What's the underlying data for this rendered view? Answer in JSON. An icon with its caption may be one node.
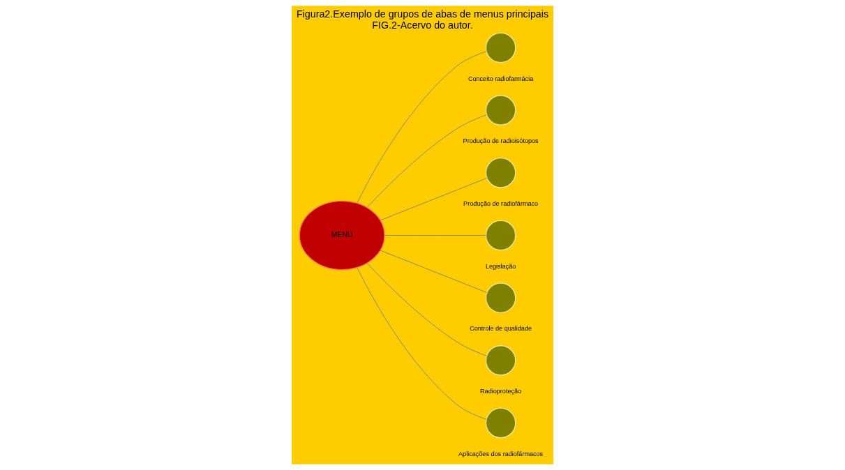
{
  "diagram": {
    "title": "Figura2.Exemplo de grupos de abas de menus principais",
    "caption": "FIG.2-Acervo do autor.",
    "nodes": [
      {
        "text": [
          "MENU"
        ]
      },
      {
        "text": [],
        "shape": "circle",
        "beside": [
          "Conceito radiofarmácia"
        ]
      },
      {
        "text": [],
        "shape": "circle",
        "beside": [
          "Produção de radioisótopos"
        ]
      },
      {
        "text": [],
        "shape": "circle",
        "beside": [
          "Produção de radiofármaco"
        ]
      },
      {
        "text": [],
        "shape": "circle",
        "beside": [
          "Legislação"
        ]
      },
      {
        "text": [],
        "shape": "circle",
        "beside": [
          "Controle de qualidade"
        ]
      },
      {
        "text": [],
        "shape": "circle",
        "beside": [
          "Radioproteção"
        ]
      },
      {
        "text": [],
        "shape": "circle",
        "beside": [
          "Aplicações dos radiofármacos"
        ]
      }
    ],
    "edges": [
      {
        "from": 0,
        "to": 1,
        "arrow": "none"
      },
      {
        "from": 0,
        "to": 2,
        "arrow": "none"
      },
      {
        "from": 0,
        "to": 3,
        "arrow": "none"
      },
      {
        "from": 0,
        "to": 4,
        "arrow": "none"
      },
      {
        "from": 0,
        "to": 5,
        "arrow": "none"
      },
      {
        "from": 0,
        "to": 6,
        "arrow": "none"
      },
      {
        "from": 0,
        "to": 7,
        "arrow": "none"
      }
    ]
  }
}
